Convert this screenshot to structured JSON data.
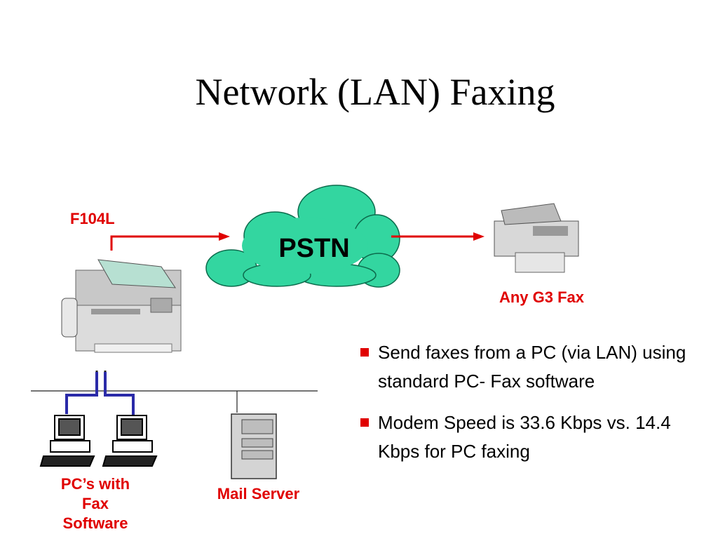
{
  "title": "Network (LAN) Faxing",
  "nodes": {
    "mfp_label": "F104L",
    "cloud_label": "PSTN",
    "remote_fax_label": "Any G3 Fax",
    "pcs_label": [
      "PC’s with",
      "Fax",
      "Software"
    ],
    "server_label": "Mail Server"
  },
  "bullets": [
    "Send faxes from a PC (via LAN) using standard PC- Fax software",
    "Modem Speed is 33.6 Kbps vs. 14.4 Kbps for PC faxing"
  ],
  "colors": {
    "accent_red": "#e00000",
    "cloud_fill": "#33d6a0",
    "lan_link": "#2a2aa8"
  }
}
